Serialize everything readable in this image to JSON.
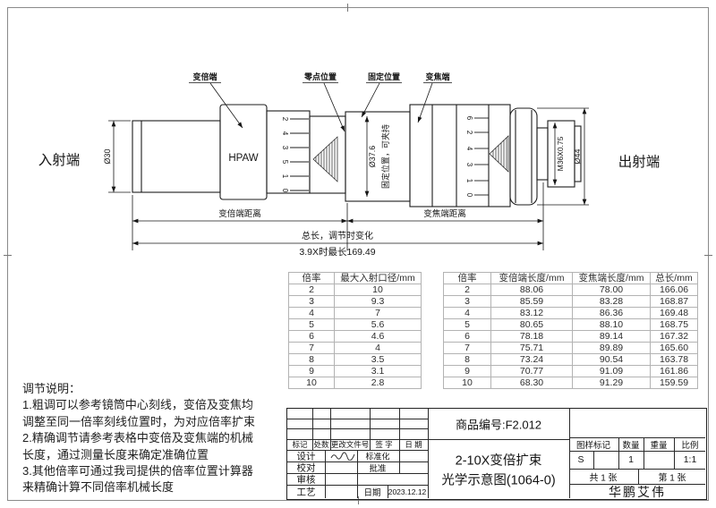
{
  "drawing": {
    "input_end": "入射端",
    "output_end": "出射端",
    "brand": "HPAW",
    "callouts": {
      "zoom_end": "变倍端",
      "zero_position": "零点位置",
      "fixed_position": "固定位置",
      "focus_end": "变焦端"
    },
    "dims": {
      "input_dia": "Ø30",
      "mid_dia": "Ø37.6",
      "clamp_note": "固定位置，可夹持",
      "thread": "M36X0.75",
      "output_dia": "Ø44",
      "zoom_span": "变倍端距离",
      "focus_span": "变焦端距离",
      "total_span": "总长，调节时变化",
      "max_note": "3.9X时最长169.49"
    },
    "ring_left": [
      "2",
      "4",
      "3",
      "5",
      "1",
      "0"
    ],
    "ring_right": [
      "6",
      "2",
      "4",
      "3",
      "1",
      "0"
    ]
  },
  "notes": {
    "lines": [
      "调节说明：",
      "1.粗调可以参考镜筒中心刻线，变倍及变焦均",
      "调整至同一倍率刻线位置时，为对应倍率扩束",
      "2.精确调节请参考表格中变倍及变焦端的机械",
      "长度，通过测量长度来确定准确位置",
      "3.其他倍率可通过我司提供的倍率位置计算器",
      "来精确计算不同倍率机械长度"
    ]
  },
  "aperture_table": {
    "headers": [
      "倍率",
      "最大入射口径/mm"
    ],
    "rows": [
      [
        "2",
        "10"
      ],
      [
        "3",
        "9.3"
      ],
      [
        "4",
        "7"
      ],
      [
        "5",
        "5.6"
      ],
      [
        "6",
        "4.6"
      ],
      [
        "7",
        "4"
      ],
      [
        "8",
        "3.5"
      ],
      [
        "9",
        "3.1"
      ],
      [
        "10",
        "2.8"
      ]
    ]
  },
  "length_table": {
    "headers": [
      "倍率",
      "变倍端长度/mm",
      "变焦端长度/mm",
      "总长/mm"
    ],
    "rows": [
      [
        "2",
        "88.06",
        "78.00",
        "166.06"
      ],
      [
        "3",
        "85.59",
        "83.28",
        "168.87"
      ],
      [
        "4",
        "83.12",
        "86.36",
        "169.48"
      ],
      [
        "5",
        "80.65",
        "88.10",
        "168.75"
      ],
      [
        "6",
        "78.18",
        "89.14",
        "167.32"
      ],
      [
        "7",
        "75.71",
        "89.89",
        "165.60"
      ],
      [
        "8",
        "73.24",
        "90.54",
        "163.78"
      ],
      [
        "9",
        "70.77",
        "91.09",
        "161.86"
      ],
      [
        "10",
        "68.30",
        "91.29",
        "159.59"
      ]
    ]
  },
  "title_block": {
    "product_no": "商品编号:F2.012",
    "title_line1": "2-10X变倍扩束",
    "title_line2": "光学示意图(1064-0)",
    "rev_headers": [
      "标记",
      "处数",
      "更改文件号",
      "签 字",
      "日 期"
    ],
    "roles": {
      "design": "设计",
      "check": "校对",
      "review": "审核",
      "process": "工艺",
      "standard": "标准化",
      "approve": "批准",
      "date_label": "日期",
      "date_value": "2023.12.12"
    },
    "right": {
      "mark_label": "图样标记",
      "qty_label": "数量",
      "weight_label": "重量",
      "scale_label": "比例",
      "mark_value": "S",
      "qty_value": "1",
      "scale_value": "1:1",
      "sheets_total": "共 1 张",
      "sheet_no": "第 1 张",
      "company": "华鹏艾伟"
    }
  }
}
